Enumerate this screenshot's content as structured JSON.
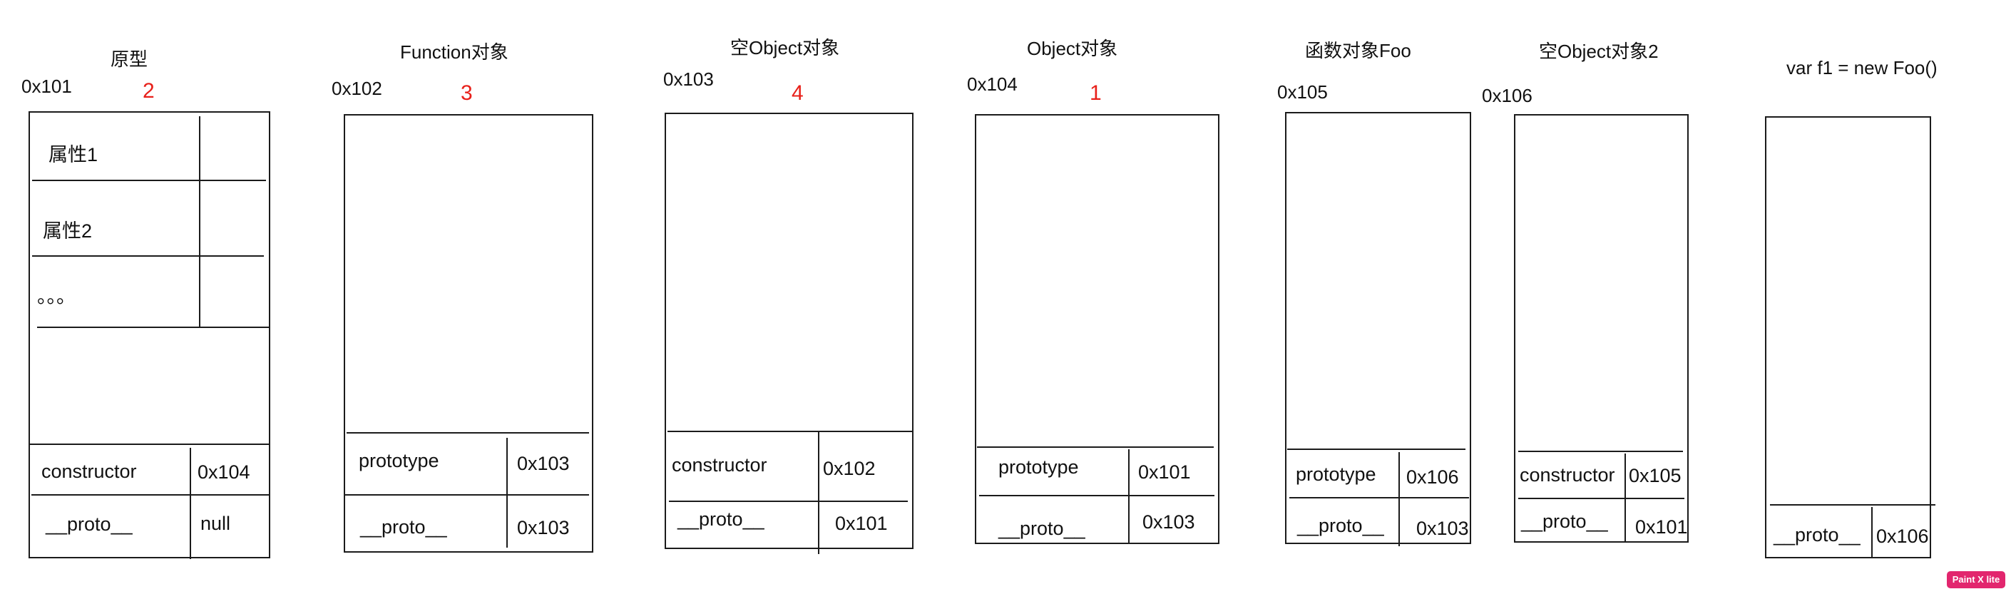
{
  "objects": [
    {
      "title": "原型",
      "addr": "0x101",
      "num": "2",
      "props": [
        "属性1",
        "属性2",
        "。。。"
      ],
      "rows": [
        {
          "key": "constructor",
          "val": "0x104"
        },
        {
          "key": "__proto__",
          "val": "null"
        }
      ]
    },
    {
      "title": "Function对象",
      "addr": "0x102",
      "num": "3",
      "rows": [
        {
          "key": "prototype",
          "val": "0x103"
        },
        {
          "key": "__proto__",
          "val": "0x103"
        }
      ]
    },
    {
      "title": "空Object对象",
      "addr": "0x103",
      "num": "4",
      "rows": [
        {
          "key": "constructor",
          "val": "0x102"
        },
        {
          "key": "__proto__",
          "val": "0x101"
        }
      ]
    },
    {
      "title": "Object对象",
      "addr": "0x104",
      "num": "1",
      "rows": [
        {
          "key": "prototype",
          "val": "0x101"
        },
        {
          "key": "__proto__",
          "val": "0x103"
        }
      ]
    },
    {
      "title": "函数对象Foo",
      "addr": "0x105",
      "rows": [
        {
          "key": "prototype",
          "val": "0x106"
        },
        {
          "key": "__proto__",
          "val": "0x103"
        }
      ]
    },
    {
      "title": "空Object对象2",
      "addr": "0x106",
      "rows": [
        {
          "key": "constructor",
          "val": "0x105"
        },
        {
          "key": "__proto__",
          "val": "0x101"
        }
      ]
    },
    {
      "title": "var f1 = new Foo()",
      "rows": [
        {
          "key": "__proto__",
          "val": "0x106"
        }
      ]
    }
  ],
  "watermark": "Paint X lite"
}
